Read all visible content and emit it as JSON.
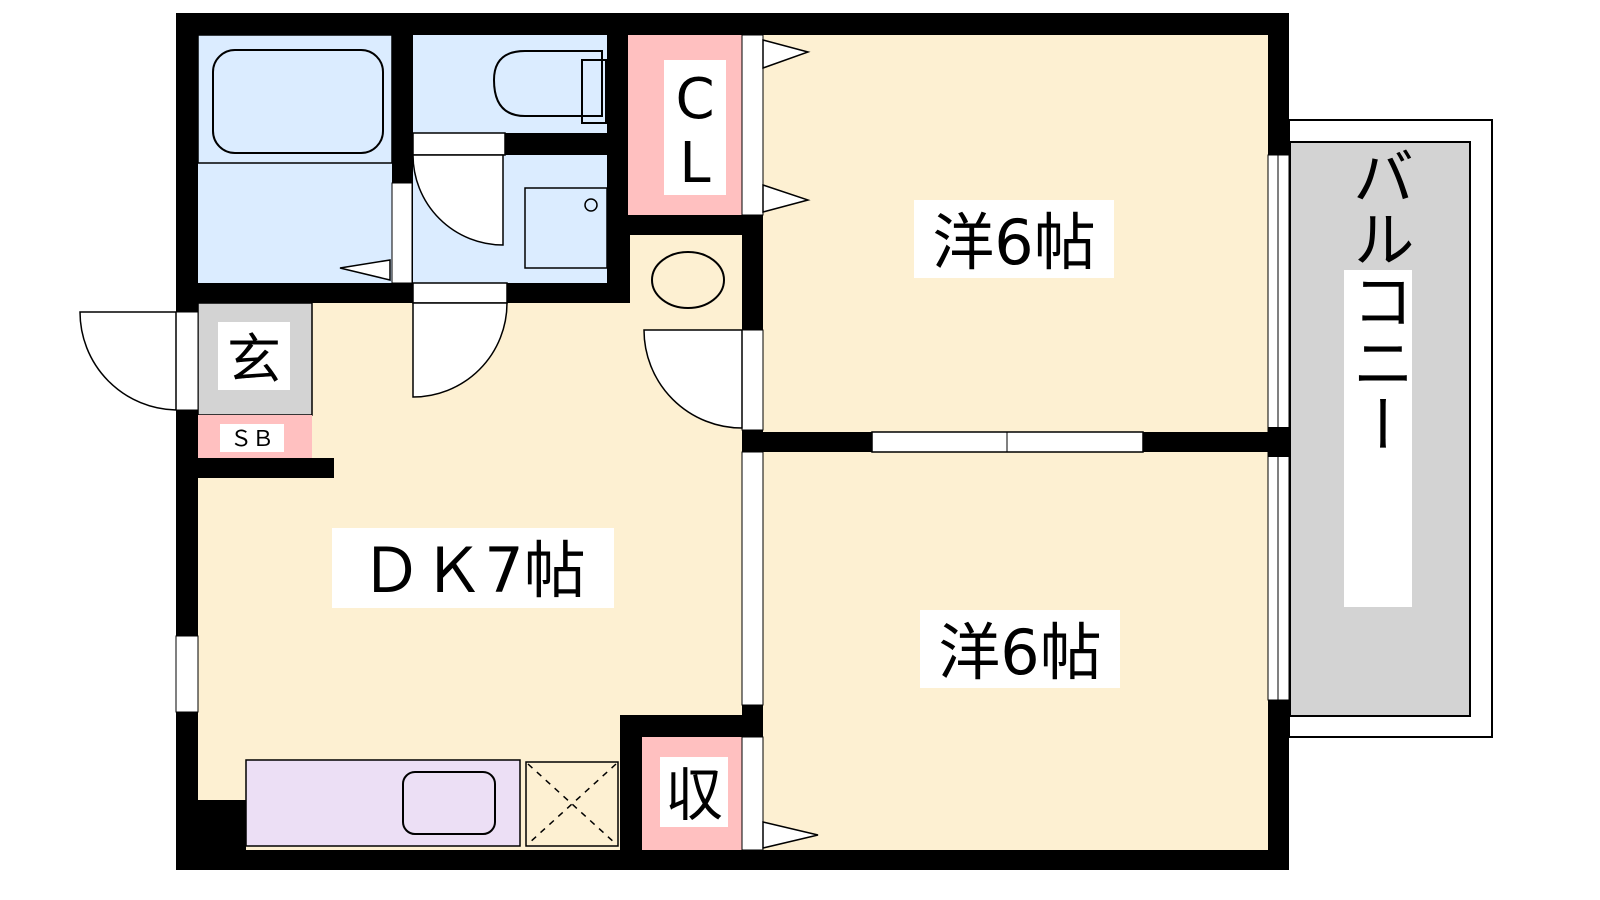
{
  "floorplan": {
    "rooms": {
      "western_room_1": "洋6帖",
      "western_room_2": "洋6帖",
      "dining_kitchen": "ＤＫ7帖",
      "balcony": "バルコニー",
      "closet": "CL",
      "entrance": "玄",
      "shoe_box": "ＳＢ",
      "storage": "収"
    },
    "colors": {
      "wall": "#000000",
      "wet_area": "#dbecff",
      "floor": "#fdf0d2",
      "storage": "#ffc0c0",
      "entrance": "#d3d3d3",
      "kitchen_counter": "#ecdff5",
      "balcony": "#d3d3d3"
    }
  }
}
